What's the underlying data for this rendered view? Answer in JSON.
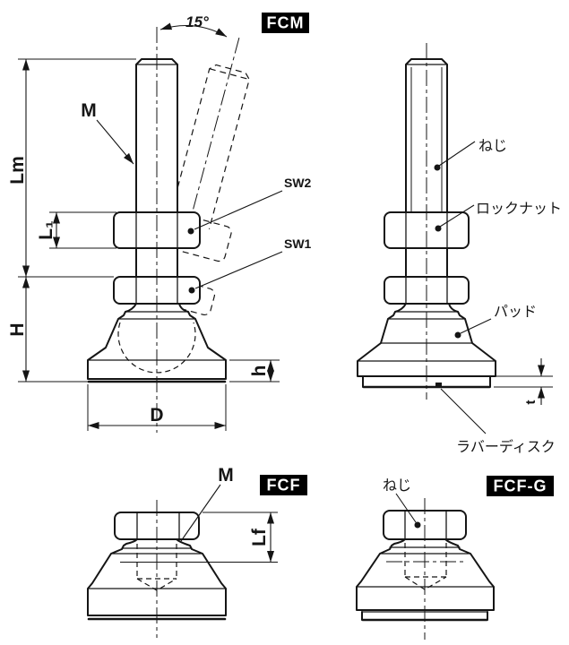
{
  "colors": {
    "background": "#ffffff",
    "line": "#151515",
    "badge_bg": "#000000",
    "badge_text": "#ffffff"
  },
  "figures": {
    "fcm_front": {
      "badge": "FCM",
      "labels": {
        "angle": "15°",
        "thread": "M",
        "stud_length": "Lm",
        "locknut_height": "L₁",
        "body_height": "H",
        "wrench_flat_2": "SW2",
        "wrench_flat_1": "SW1",
        "base_height": "h",
        "base_diameter": "D"
      }
    },
    "fcm_side": {
      "labels": {
        "screw": "ねじ",
        "lock_nut": "ロックナット",
        "pad": "パッド",
        "rubber_disc": "ラバーディスク",
        "disc_thickness": "t"
      }
    },
    "fcf": {
      "badge": "FCF",
      "labels": {
        "thread": "M",
        "thread_depth": "Lf"
      }
    },
    "fcf_g": {
      "badge": "FCF-G",
      "labels": {
        "screw": "ねじ"
      }
    }
  }
}
